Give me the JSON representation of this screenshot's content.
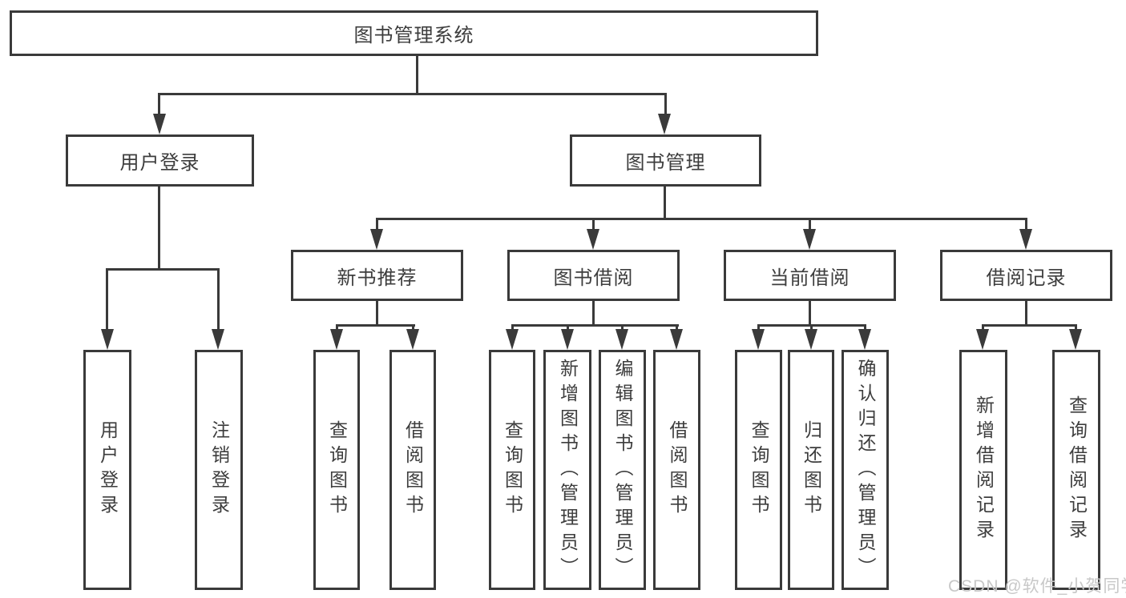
{
  "diagram": {
    "title": "图书管理系统",
    "root": {
      "label": "图书管理系统"
    },
    "l1": [
      {
        "label": "用户登录"
      },
      {
        "label": "图书管理"
      }
    ],
    "l2": [
      {
        "label": "新书推荐",
        "parent": "图书管理"
      },
      {
        "label": "图书借阅",
        "parent": "图书管理"
      },
      {
        "label": "当前借阅",
        "parent": "图书管理"
      },
      {
        "label": "借阅记录",
        "parent": "图书管理"
      }
    ],
    "leaves": [
      {
        "label": "用户登录",
        "parent": "用户登录"
      },
      {
        "label": "注销登录",
        "parent": "用户登录"
      },
      {
        "label": "查询图书",
        "parent": "新书推荐"
      },
      {
        "label": "借阅图书",
        "parent": "新书推荐"
      },
      {
        "label": "查询图书",
        "parent": "图书借阅"
      },
      {
        "label": "新增图书（管理员）",
        "parent": "图书借阅"
      },
      {
        "label": "编辑图书（管理员）",
        "parent": "图书借阅"
      },
      {
        "label": "借阅图书",
        "parent": "图书借阅"
      },
      {
        "label": "查询图书",
        "parent": "当前借阅"
      },
      {
        "label": "归还图书",
        "parent": "当前借阅"
      },
      {
        "label": "确认归还（管理员）",
        "parent": "当前借阅"
      },
      {
        "label": "新增借阅记录",
        "parent": "借阅记录"
      },
      {
        "label": "查询借阅记录",
        "parent": "借阅记录"
      }
    ]
  },
  "watermark": {
    "text": "CSDN @软件_小贺同学"
  },
  "colors": {
    "line": "#3a3a3a",
    "text": "#3d3d3d",
    "watermark": "#c8c8c8",
    "background": "#ffffff"
  }
}
